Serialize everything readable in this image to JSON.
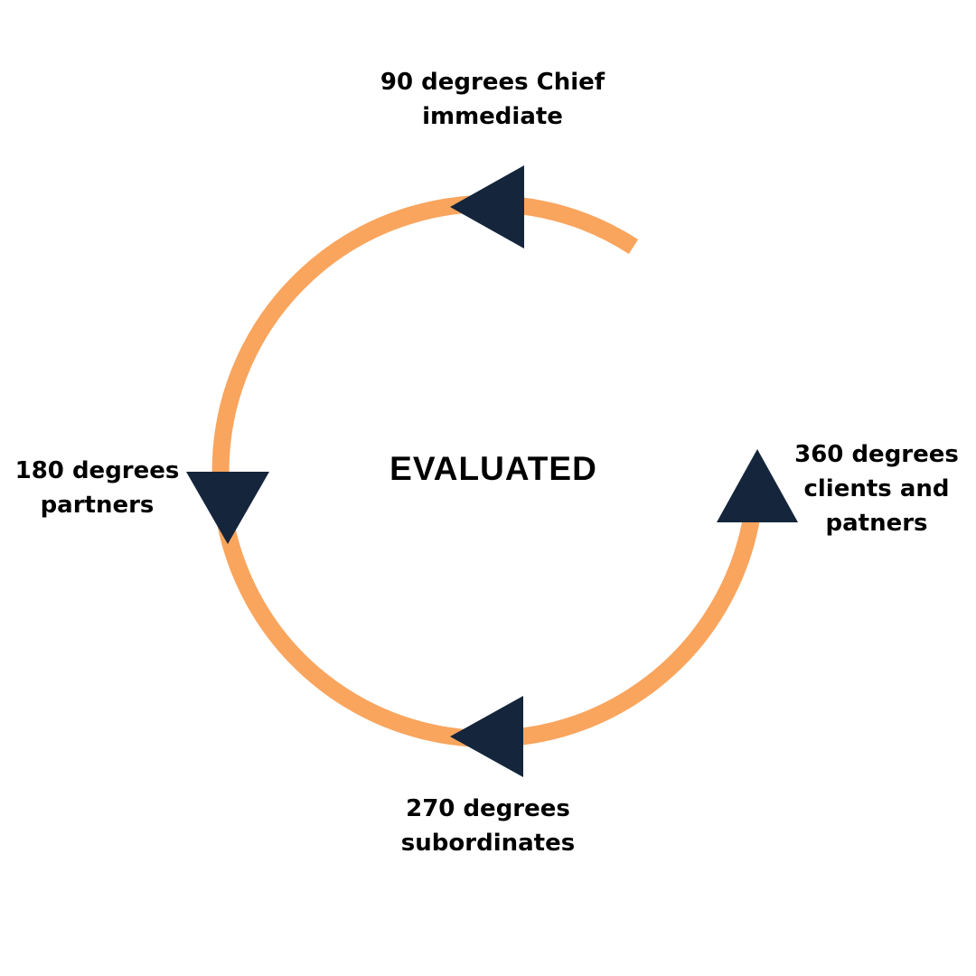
{
  "colors": {
    "background": "#FFFFFF",
    "orange": "#F9A55E",
    "navy": "#14253C",
    "text": "#000000"
  },
  "diagram": {
    "title": "EVALUATED",
    "labels": {
      "top": "90 degrees Chief\nimmediate",
      "left": "180 degrees\npartners",
      "right": "360 degrees\nclients and\npatners",
      "bottom": "270 degrees\nsubordinates"
    }
  }
}
